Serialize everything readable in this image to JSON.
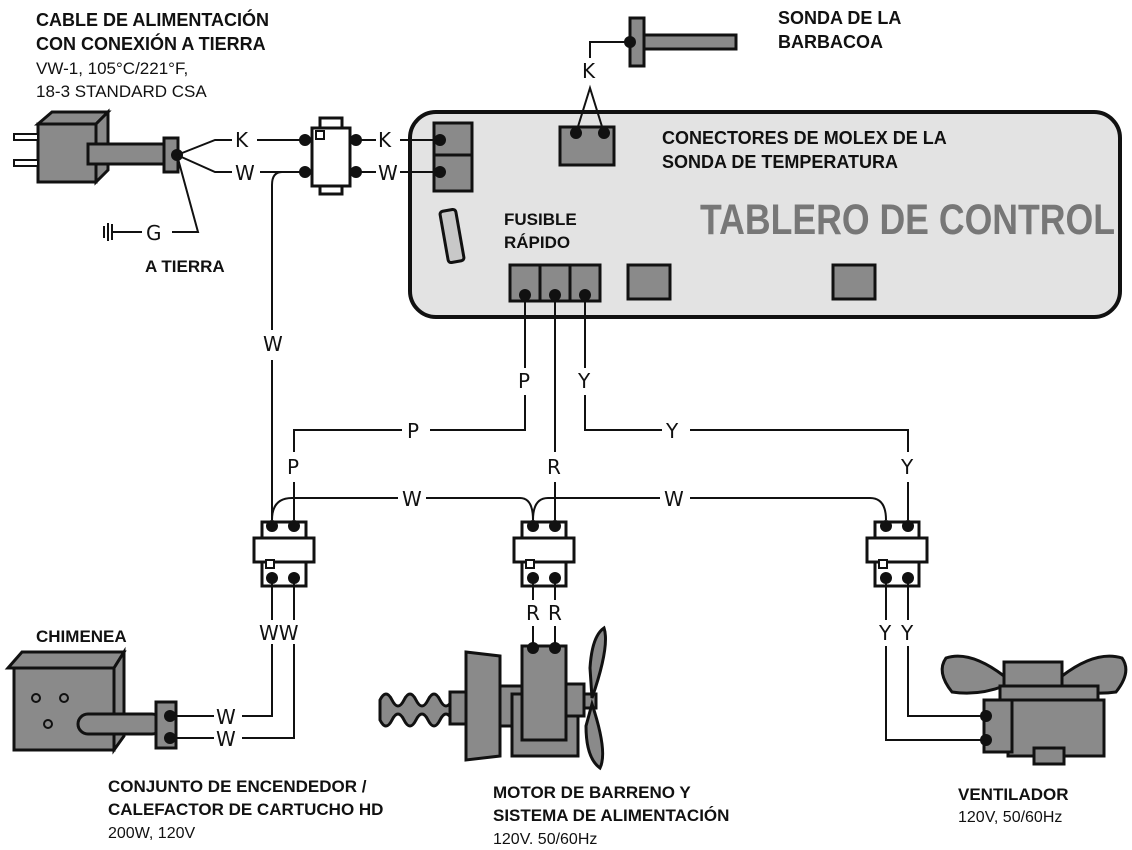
{
  "labels": {
    "power_cord_title": [
      "CABLE DE ALIMENTACIÓN",
      "CON CONEXIÓN A TIERRA"
    ],
    "power_cord_specs": [
      "VW-1, 105°C/221°F,",
      "18-3 STANDARD CSA"
    ],
    "ground": "A TIERRA",
    "probe_title": [
      "SONDA DE LA",
      "BARBACOA"
    ],
    "molex_title": [
      "CONECTORES DE MOLEX DE LA",
      "SONDA DE TEMPERATURA"
    ],
    "control_board": "TABLERO DE CONTROL",
    "fuse": [
      "FUSIBLE",
      "RÁPIDO"
    ],
    "chimney": "CHIMENEA",
    "igniter_title": [
      "CONJUNTO DE ENCENDEDOR /",
      "CALEFACTOR DE CARTUCHO HD"
    ],
    "igniter_specs": "200W, 120V",
    "auger_title": [
      "MOTOR DE BARRENO Y",
      "SISTEMA DE ALIMENTACIÓN"
    ],
    "auger_specs": "120V. 50/60Hz",
    "fan_title": "VENTILADOR",
    "fan_specs": "120V, 50/60Hz"
  },
  "wire_codes": {
    "black": "K",
    "white": "W",
    "ground": "G",
    "purple": "P",
    "red": "R",
    "yellow": "Y",
    "double_white": "WW"
  },
  "colors": {
    "component_fill": "#8a8a8a",
    "board_fill": "#e3e3e3",
    "board_text": "#777777",
    "line": "#111111"
  }
}
